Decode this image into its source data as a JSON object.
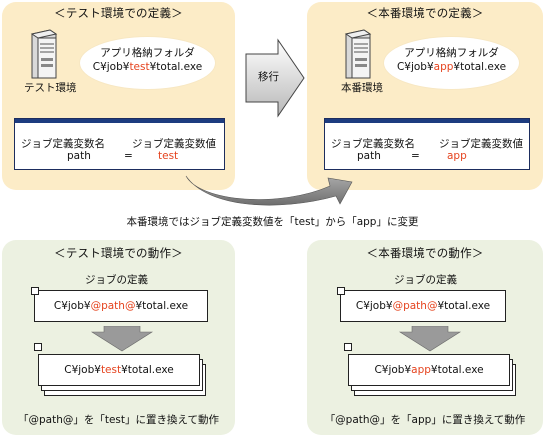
{
  "top_left": {
    "title": "＜テスト環境での定義＞",
    "server_label": "テスト環境",
    "folder_line1": "アプリ格納フォルダ",
    "folder_prefix": "C¥job¥",
    "folder_value": "test",
    "folder_suffix": "¥total.exe",
    "var_name_header": "ジョブ定義変数名",
    "var_value_header": "ジョブ定義変数値",
    "var_name": "path",
    "equals": "=",
    "var_value": "test"
  },
  "top_right": {
    "title": "＜本番環境での定義＞",
    "server_label": "本番環境",
    "folder_line1": "アプリ格納フォルダ",
    "folder_prefix": "C¥job¥",
    "folder_value": "app",
    "folder_suffix": "¥total.exe",
    "var_name_header": "ジョブ定義変数名",
    "var_value_header": "ジョブ定義変数値",
    "var_name": "path",
    "equals": "=",
    "var_value": "app"
  },
  "migration_label": "移行",
  "change_caption": "本番環境ではジョブ定義変数値を「test」から「app」に変更",
  "bottom_left": {
    "title": "＜テスト環境での動作＞",
    "job_def_label": "ジョブの定義",
    "def_prefix": "C¥job¥",
    "def_var": "@path@",
    "def_suffix": "¥total.exe",
    "result_prefix": "C¥job¥",
    "result_value": "test",
    "result_suffix": "¥total.exe",
    "caption": "「@path@」を「test」に置き換えて動作"
  },
  "bottom_right": {
    "title": "＜本番環境での動作＞",
    "job_def_label": "ジョブの定義",
    "def_prefix": "C¥job¥",
    "def_var": "@path@",
    "def_suffix": "¥total.exe",
    "result_prefix": "C¥job¥",
    "result_value": "app",
    "result_suffix": "¥total.exe",
    "caption": "「@path@」を「app」に置き換えて動作"
  }
}
